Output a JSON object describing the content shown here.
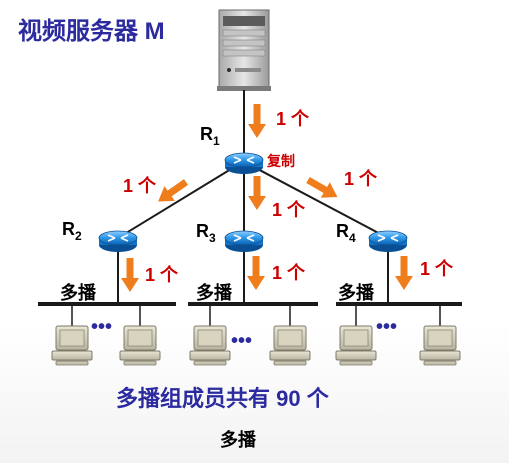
{
  "title": "视频服务器 M",
  "copy_label": "复制",
  "summary": "多播组成员共有 90 个",
  "caption": "多播",
  "routers": [
    {
      "letter": "R",
      "sub": "1"
    },
    {
      "letter": "R",
      "sub": "2"
    },
    {
      "letter": "R",
      "sub": "3"
    },
    {
      "letter": "R",
      "sub": "4"
    }
  ],
  "flow_labels": [
    "1 个",
    "1 个",
    "1 个",
    "1 个",
    "1 个",
    "1 个",
    "1 个"
  ],
  "lan_labels": [
    "多播",
    "多播",
    "多播"
  ],
  "ellipsis": [
    "•••",
    "•••",
    "•••"
  ],
  "colors": {
    "title": "#2b2a9e",
    "flow_label": "#cc0000",
    "arrow": "#f07d1b",
    "router": "#1e88d8",
    "link": "#1a1a1a"
  },
  "icons": [
    "server-icon",
    "router-icon",
    "computer-icon",
    "arrow-icon"
  ]
}
